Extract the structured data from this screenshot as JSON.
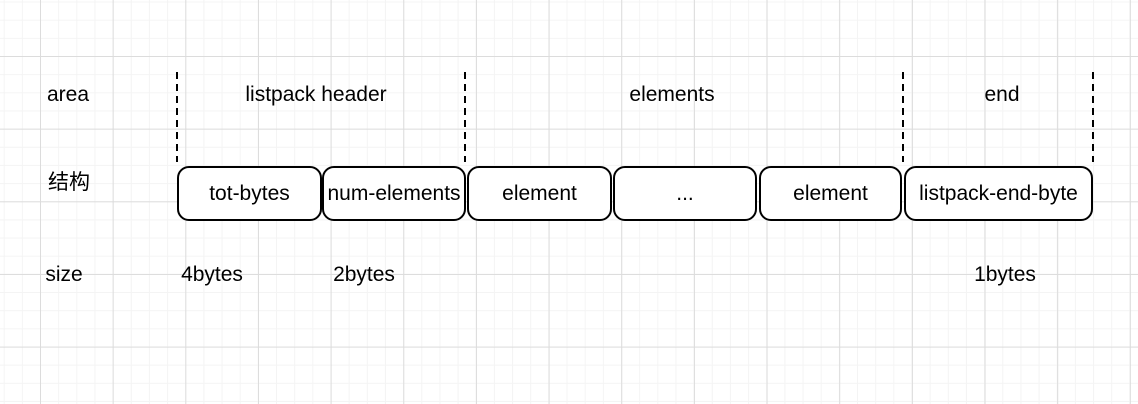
{
  "diagram": {
    "type": "listpack-memory-layout",
    "row_labels": {
      "area": "area",
      "structure": "结构",
      "size": "size"
    },
    "area_labels": [
      {
        "label": "listpack header"
      },
      {
        "label": "elements"
      },
      {
        "label": "end"
      }
    ],
    "boxes": [
      {
        "label": "tot-bytes"
      },
      {
        "label": "num-elements"
      },
      {
        "label": "element"
      },
      {
        "label": "..."
      },
      {
        "label": "element"
      },
      {
        "label": "listpack-end-byte"
      }
    ],
    "size_labels": [
      {
        "label": "4bytes"
      },
      {
        "label": "2bytes"
      },
      {
        "label": "1bytes"
      }
    ],
    "colors": {
      "background": "#ffffff",
      "grid_minor": "#f4f4f4",
      "grid_major": "#dcdcdc",
      "line": "#000000",
      "text": "#000000"
    }
  }
}
